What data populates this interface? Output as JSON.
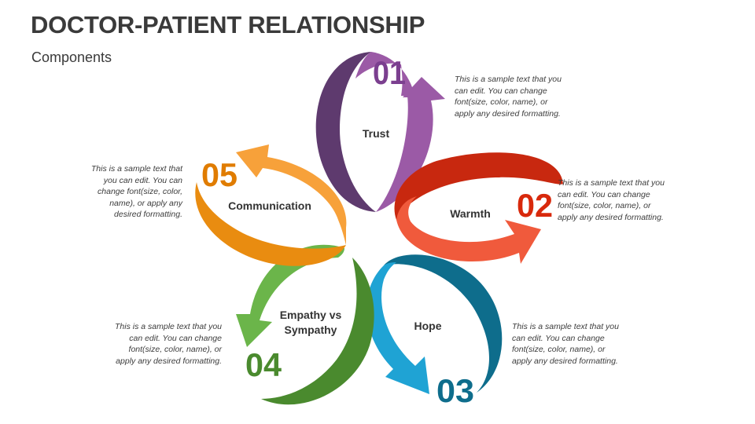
{
  "header": {
    "title": "DOCTOR-PATIENT RELATIONSHIP",
    "subtitle": "Components"
  },
  "components": [
    {
      "number": "01",
      "label": "Trust",
      "color": "#9b5aa6",
      "dark": "#5e3a6e",
      "desc": [
        "This is a sample text that you",
        "can edit. You can change",
        "font(size, color, name), or",
        "apply any desired formatting."
      ]
    },
    {
      "number": "02",
      "label": "Warmth",
      "color": "#f05a3c",
      "dark": "#c8280f",
      "desc": [
        "This is a sample text that you",
        "can edit. You can change",
        "font(size, color, name), or",
        "apply any desired formatting."
      ]
    },
    {
      "number": "03",
      "label": "Hope",
      "color": "#1fa3d4",
      "dark": "#0e6d8c",
      "desc": [
        "This is a sample text that you",
        "can edit. You can change",
        "font(size, color, name), or",
        "apply any desired formatting."
      ]
    },
    {
      "number": "04",
      "label": [
        "Empathy vs",
        "Sympathy"
      ],
      "color": "#6bb54a",
      "dark": "#4a8a2e",
      "desc": [
        "This is a sample text that you",
        "can edit. You can change",
        "font(size, color, name), or",
        "apply any desired formatting."
      ]
    },
    {
      "number": "05",
      "label": "Communication",
      "color": "#f7a13a",
      "dark": "#e07c00",
      "desc": [
        "This is a sample text that",
        "you can edit. You can",
        "change font(size, color,",
        "name), or apply any",
        "desired formatting."
      ]
    }
  ]
}
